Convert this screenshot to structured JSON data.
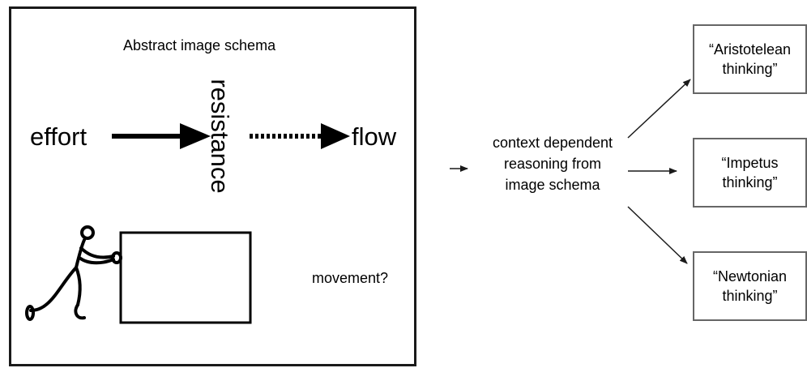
{
  "schema": {
    "title": "Abstract image schema",
    "effort_label": "effort",
    "resistance_label": "resistance",
    "flow_label": "flow",
    "movement_label": "movement?"
  },
  "context": {
    "text": "context dependent reasoning from image schema"
  },
  "outcomes": [
    {
      "line1": "“Aristotelean",
      "line2": "thinking”"
    },
    {
      "line1": "“Impetus",
      "line2": "thinking”"
    },
    {
      "line1": "“Newtonian",
      "line2": "thinking”"
    }
  ]
}
